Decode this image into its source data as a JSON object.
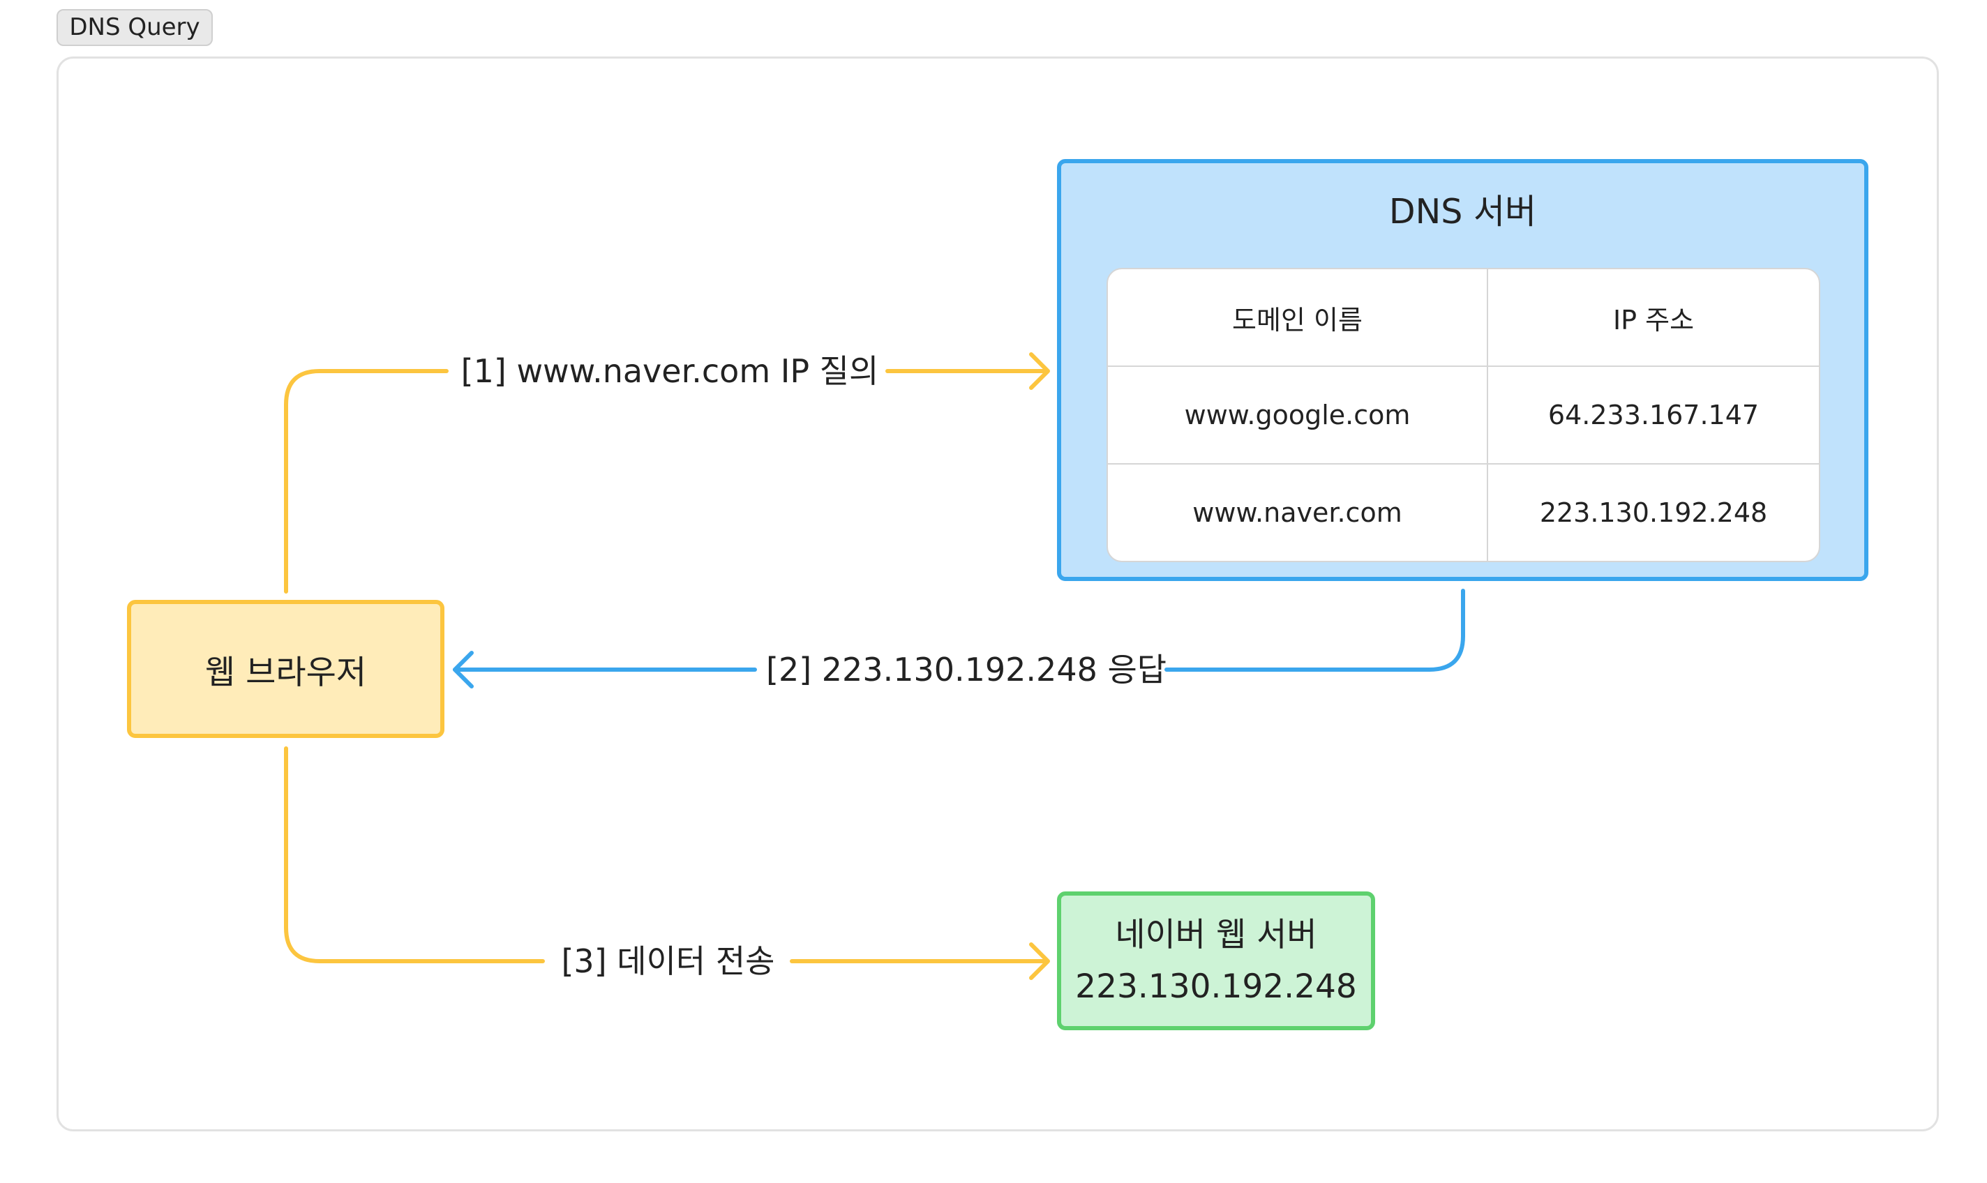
{
  "diagram_tag": "DNS Query",
  "nodes": {
    "browser": {
      "label": "웹 브라우저"
    },
    "dns_server": {
      "title": "DNS 서버",
      "table": {
        "headers": [
          "도메인 이름",
          "IP 주소"
        ],
        "rows": [
          [
            "www.google.com",
            "64.233.167.147"
          ],
          [
            "www.naver.com",
            "223.130.192.248"
          ]
        ]
      }
    },
    "web_server": {
      "name": "네이버 웹 서버",
      "ip": "223.130.192.248"
    }
  },
  "edges": [
    {
      "label": "[1] www.naver.com IP 질의",
      "color": "#fcc53f"
    },
    {
      "label": "[2] 223.130.192.248 응답",
      "color": "#3aa6ed"
    },
    {
      "label": "[3] 데이터 전송",
      "color": "#fcc53f"
    }
  ],
  "colors": {
    "browser_fill": "#ffecb9",
    "browser_border": "#fcc53f",
    "dns_fill": "#c0e2fc",
    "dns_border": "#3aa6ed",
    "web_fill": "#cdf3d6",
    "web_border": "#5ed16e"
  }
}
